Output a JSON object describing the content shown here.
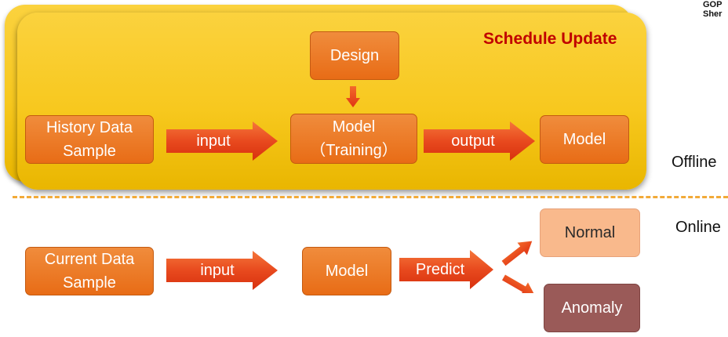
{
  "offline": {
    "title": "Schedule Update",
    "label": "Offline",
    "history_box": {
      "line1": "History Data",
      "line2": "Sample"
    },
    "design_box": "Design",
    "model_training_box": {
      "line1": "Model",
      "line2": "（Training）"
    },
    "model_out_box": "Model",
    "input_arrow_label": "input",
    "output_arrow_label": "output"
  },
  "online": {
    "label": "Online",
    "current_box": {
      "line1": "Current Data",
      "line2": "Sample"
    },
    "model_box": "Model",
    "input_arrow_label": "input",
    "predict_arrow_label": "Predict",
    "normal_box": "Normal",
    "anomaly_box": "Anomaly"
  },
  "corner_text": {
    "line1": "GOP",
    "line2": "Sher"
  },
  "colors": {
    "panel_yellow": "#f7c81e",
    "box_orange": "#e86c16",
    "arrow_red": "#e8421b",
    "title_red": "#c00000",
    "divider_orange": "#f2aa38",
    "normal_peach": "#f9b98c",
    "anomaly_brown": "#9a5a58"
  }
}
